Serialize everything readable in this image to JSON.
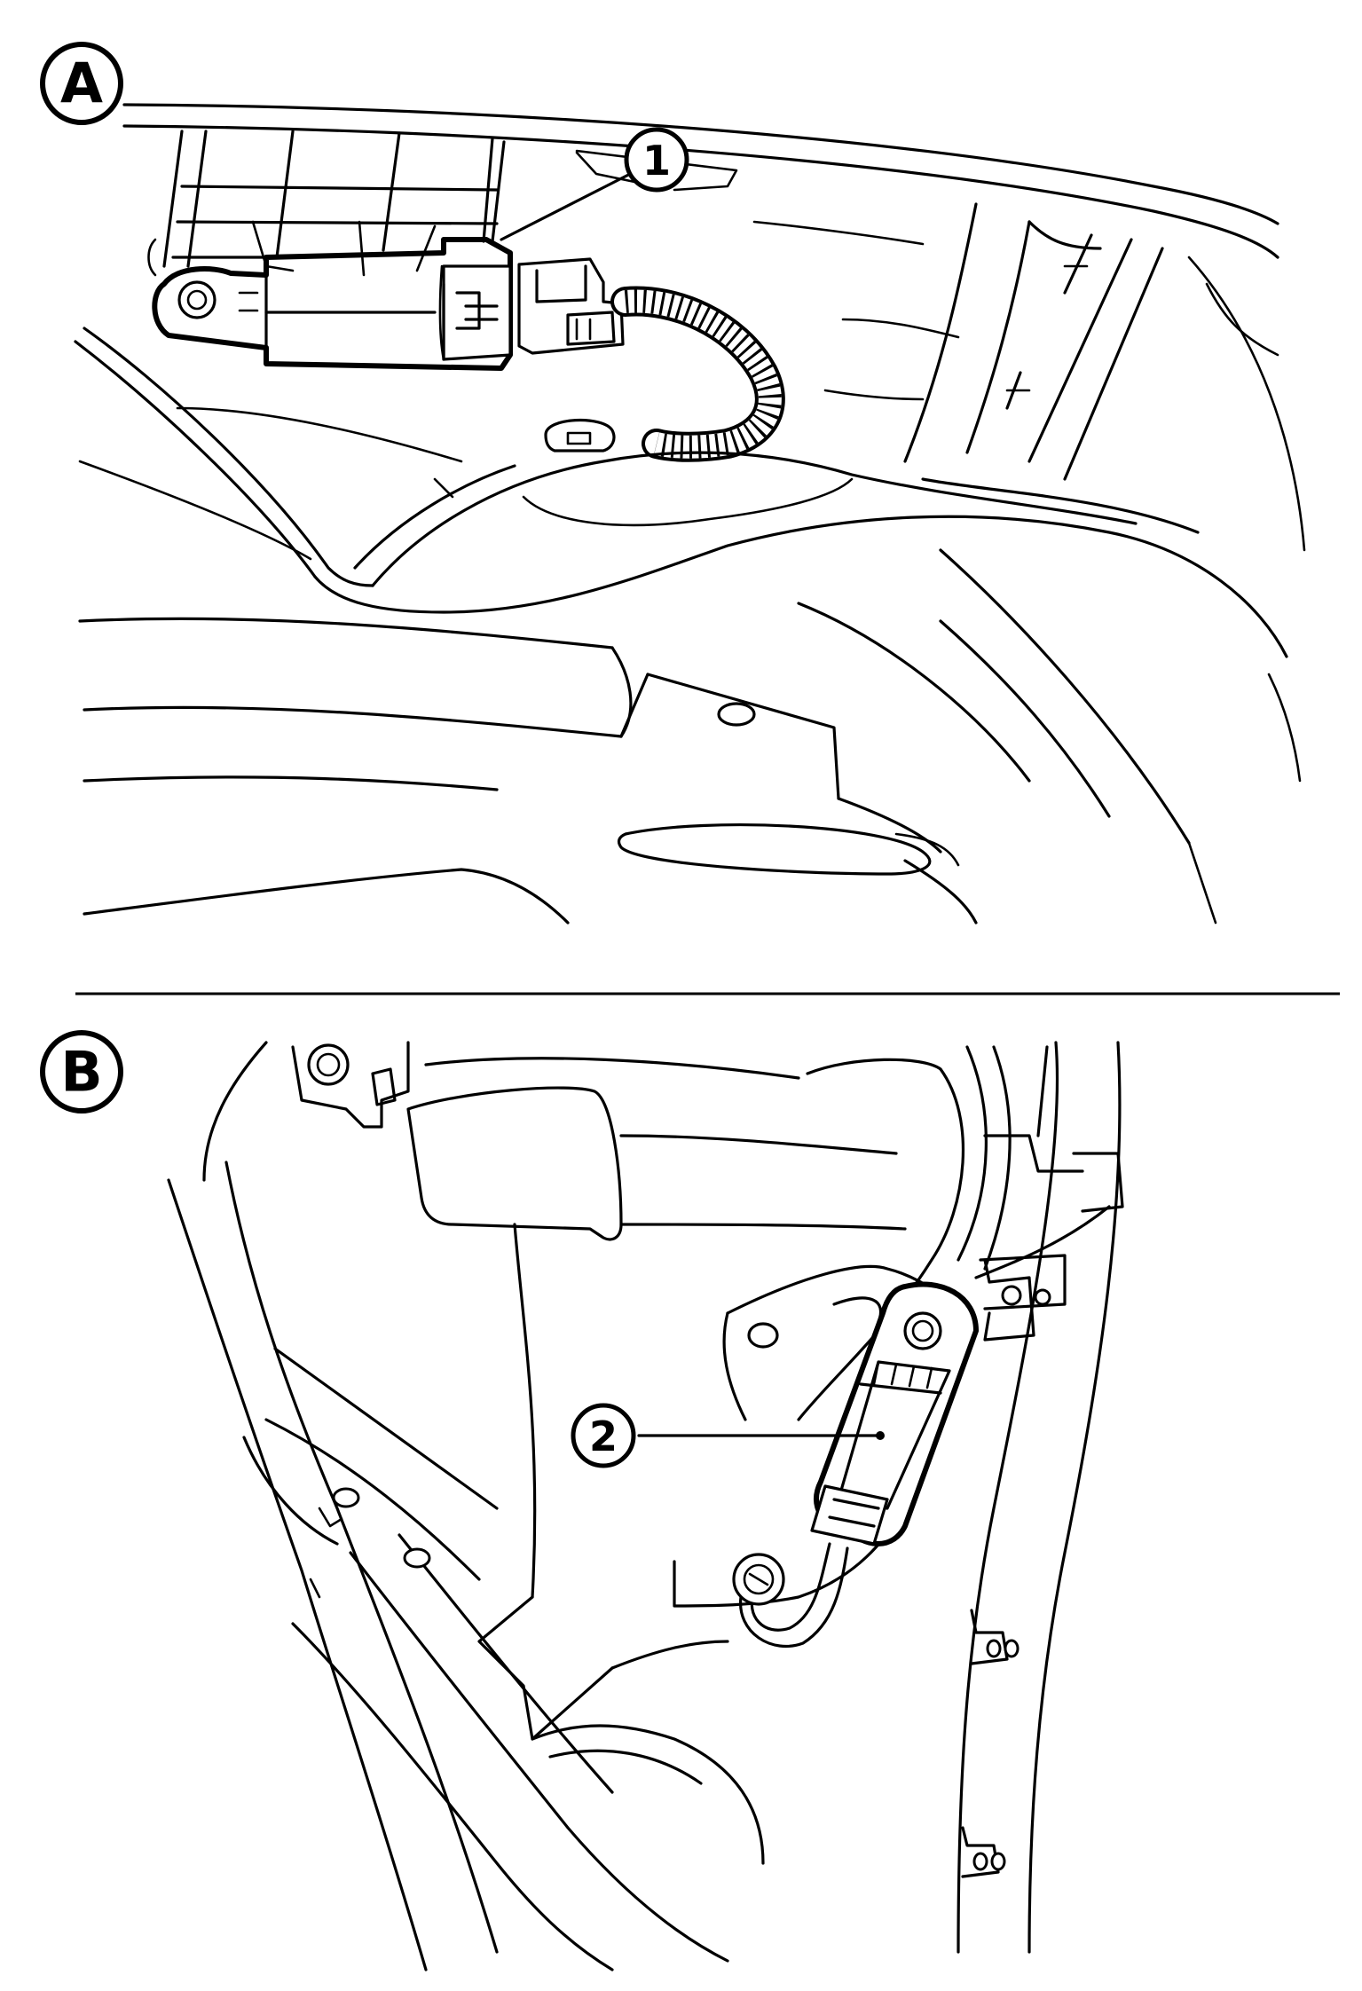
{
  "panels": [
    {
      "id": "A",
      "label": "A"
    },
    {
      "id": "B",
      "label": "B"
    }
  ],
  "callouts": [
    {
      "id": "1",
      "label": "1"
    },
    {
      "id": "2",
      "label": "2"
    }
  ],
  "colors": {
    "ink": "#000000",
    "paper": "#ffffff"
  }
}
